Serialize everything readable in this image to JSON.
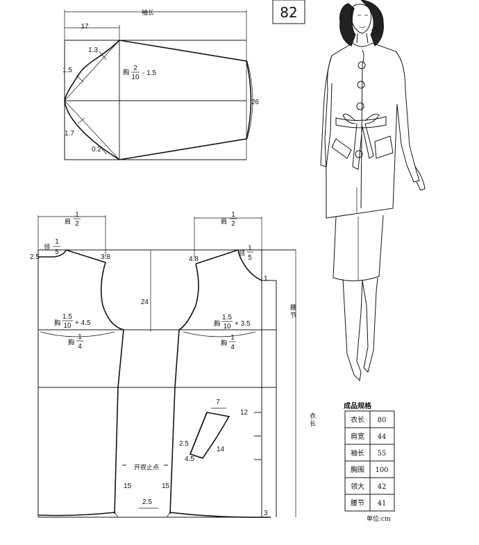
{
  "page_number": "82",
  "sleeve": {
    "title": "袖长",
    "dim_17": "17",
    "dim_1_3": "1.3",
    "dim_1_5": "1.5",
    "dim_1_7": "1.7",
    "dim_0_2": "0.2",
    "dim_26": "26",
    "bust_formula_prefix": "胸",
    "bust_formula_num": "2",
    "bust_formula_den": "10",
    "bust_formula_suffix": "- 1.5"
  },
  "body": {
    "shoulder_left_prefix": "肩",
    "shoulder_left_num": "1",
    "shoulder_left_den": "2",
    "shoulder_right_prefix": "肩",
    "shoulder_right_num": "1",
    "shoulder_right_den": "2",
    "neck_left_prefix": "领",
    "neck_left_num": "1",
    "neck_left_den": "5",
    "neck_right_prefix": "领",
    "neck_right_num": "1",
    "neck_right_den": "5",
    "dim_2_5_left": "2.5",
    "dim_3_8": "3.8",
    "dim_4_8": "4.8",
    "dim_1": "1",
    "dim_24": "24",
    "waist_label": "腰节",
    "bust_left_prefix": "胸",
    "bust_left_num": "1.5",
    "bust_left_den": "10",
    "bust_left_suffix": "+ 4.5",
    "bust_right_prefix": "胸",
    "bust_right_num": "1.5",
    "bust_right_den": "10",
    "bust_right_suffix": "+ 3.5",
    "quarter_left_prefix": "胸",
    "quarter_left_num": "1",
    "quarter_left_den": "4",
    "quarter_right_prefix": "胸",
    "quarter_right_num": "1",
    "quarter_right_den": "4",
    "dim_7": "7",
    "dim_12": "12",
    "dim_2_5_pocket": "2.5",
    "dim_4_5": "4.5",
    "dim_14": "14",
    "length_label": "衣长",
    "vent_label": "开衩止点",
    "dim_15_left": "15",
    "dim_15_right": "15",
    "dim_2_5_bottom": "2.5",
    "dim_3": "3"
  },
  "spec_table": {
    "title": "成品规格",
    "rows": [
      {
        "name": "衣长",
        "value": "80"
      },
      {
        "name": "肩宽",
        "value": "44"
      },
      {
        "name": "袖长",
        "value": "55"
      },
      {
        "name": "胸围",
        "value": "100"
      },
      {
        "name": "领大",
        "value": "42"
      },
      {
        "name": "腰节",
        "value": "41"
      }
    ],
    "unit": "单位:cm"
  }
}
